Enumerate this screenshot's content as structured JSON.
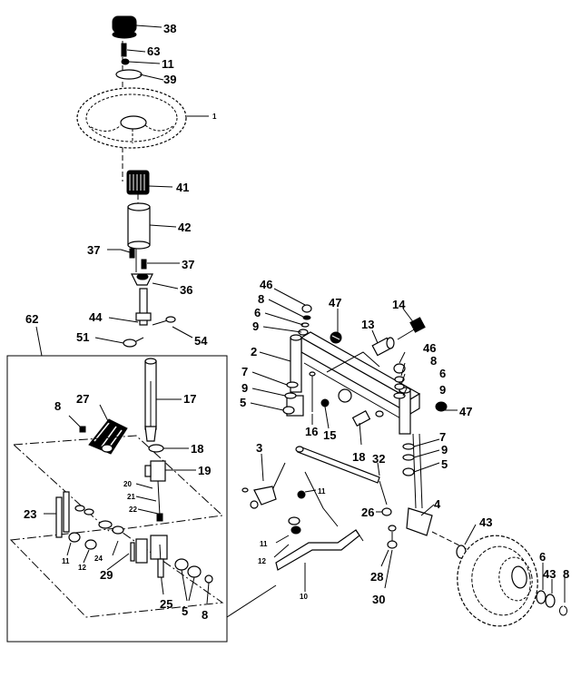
{
  "labels": {
    "l38": "38",
    "l63": "63",
    "l11a": "11",
    "l39": "39",
    "l1": "1",
    "l41": "41",
    "l42": "42",
    "l37a": "37",
    "l37b": "37",
    "l36": "36",
    "l44": "44",
    "l54": "54",
    "l51": "51",
    "l62": "62",
    "l17": "17",
    "l8a": "8",
    "l27": "27",
    "l18a": "18",
    "l19": "19",
    "l20": "20",
    "l21": "21",
    "l22": "22",
    "l23": "23",
    "l11b": "11",
    "l12a": "12",
    "l24": "24",
    "l29": "29",
    "l25": "25",
    "l5a": "5",
    "l8b": "8",
    "l46a": "46",
    "l8c": "8",
    "l6a": "6",
    "l9a": "9",
    "l47a": "47",
    "l13": "13",
    "l14": "14",
    "l2": "2",
    "l7a": "7",
    "l9b": "9",
    "l5b": "5",
    "l16": "16",
    "l15": "15",
    "l46b": "46",
    "l8d": "8",
    "l6b": "6",
    "l9c": "9",
    "l47b": "47",
    "l18b": "18",
    "l3": "3",
    "l32": "32",
    "l11c": "11",
    "l7b": "7",
    "l9d": "9",
    "l5c": "5",
    "l26": "26",
    "l4": "4",
    "l43a": "43",
    "l11d": "11",
    "l12b": "12",
    "l28": "28",
    "l10": "10",
    "l30": "30",
    "l6c": "6",
    "l43b": "43",
    "l8e": "8"
  }
}
